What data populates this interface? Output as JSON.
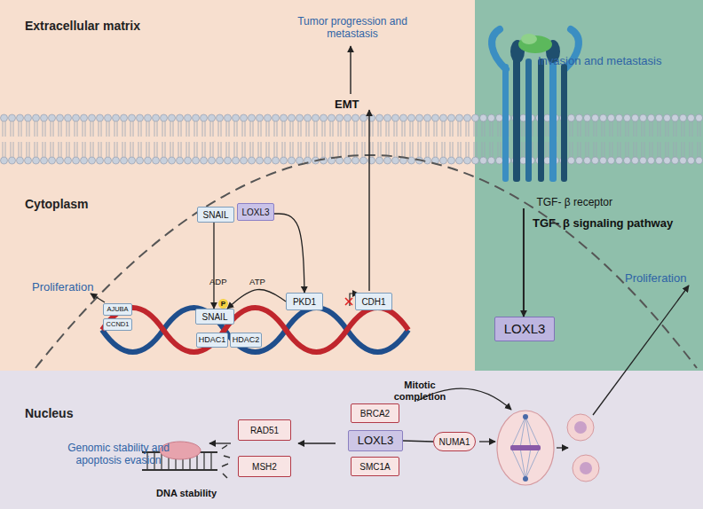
{
  "diagram": {
    "nodes": [
      {
        "text": [
          "SNAIL"
        ]
      },
      {
        "text": [
          "LOXL3"
        ]
      },
      {
        "text": [
          "PKD1"
        ]
      },
      {
        "text": [
          "SNAIL"
        ]
      },
      {
        "text": [
          "HDAC1"
        ]
      },
      {
        "text": [
          "HDAC2"
        ]
      },
      {
        "text": [
          "CDH1"
        ]
      },
      {
        "text": [
          "AJUBA"
        ]
      },
      {
        "text": [
          "CCND1"
        ]
      },
      {
        "text": [
          "TGF- β receptor"
        ]
      },
      {
        "text": [
          "LOXL3"
        ]
      },
      {
        "text": [
          "RAD51"
        ]
      },
      {
        "text": [
          "MSH2"
        ]
      },
      {
        "text": [
          "BRCA2"
        ]
      },
      {
        "text": [
          "LOXL3"
        ]
      },
      {
        "text": [
          "SMC1A"
        ]
      },
      {
        "text": [
          "NUMA1"
        ]
      }
    ],
    "edges": [
      {
        "from": 0,
        "to": 3,
        "arrow": "to"
      },
      {
        "from": 1,
        "to": 2,
        "arrow": "to"
      },
      {
        "from": 2,
        "to": 3,
        "arrow": "to"
      },
      {
        "from": 9,
        "to": 10,
        "label": "TGF- β signaling pathway",
        "arrow": "to"
      },
      {
        "from": 14,
        "to": 16,
        "arrow": "none"
      }
    ],
    "labels": [
      "Extracellular matrix",
      "Cytoplasm",
      "Nucleus",
      "Tumor progression and metastasis",
      "EMT",
      "Invasion and metastasis",
      "Proliferation",
      "Proliferation",
      "ADP",
      "ATP",
      "P",
      "Mitotic completion",
      "Genomic stability and apoptosis evasion",
      "DNA stability"
    ]
  }
}
